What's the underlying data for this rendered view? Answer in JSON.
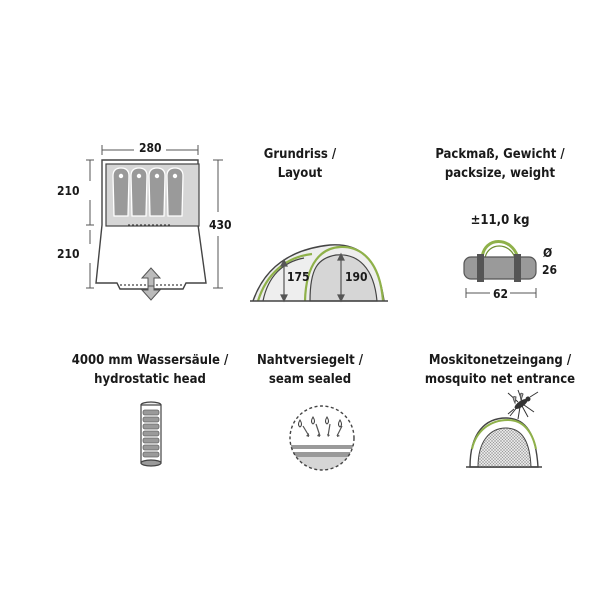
{
  "floorplan": {
    "width": "280",
    "depth_inner": "210",
    "depth_outer": "210",
    "total_length": "430"
  },
  "layout": {
    "title_line1": "Grundriss /",
    "title_line2": "Layout",
    "height_low": "175",
    "height_high": "190"
  },
  "pack": {
    "title_line1": "Packmaß, Gewicht /",
    "title_line2": "packsize, weight",
    "weight": "±11,0 kg",
    "diameter_symbol": "Ø",
    "diameter": "26",
    "length": "62"
  },
  "hydrostatic": {
    "title_line1": "4000 mm Wassersäule /",
    "title_line2": "hydrostatic head"
  },
  "seams": {
    "title_line1": "Nahtversiegelt /",
    "title_line2": "seam sealed"
  },
  "mosquito": {
    "title_line1": "Moskitonetzeingang /",
    "title_line2": "mosquito net entrance"
  },
  "colors": {
    "outline": "#444444",
    "grey_fill": "#d6d6d6",
    "bag_fill": "#9a9a9a",
    "green_accent": "#8fb14a"
  }
}
